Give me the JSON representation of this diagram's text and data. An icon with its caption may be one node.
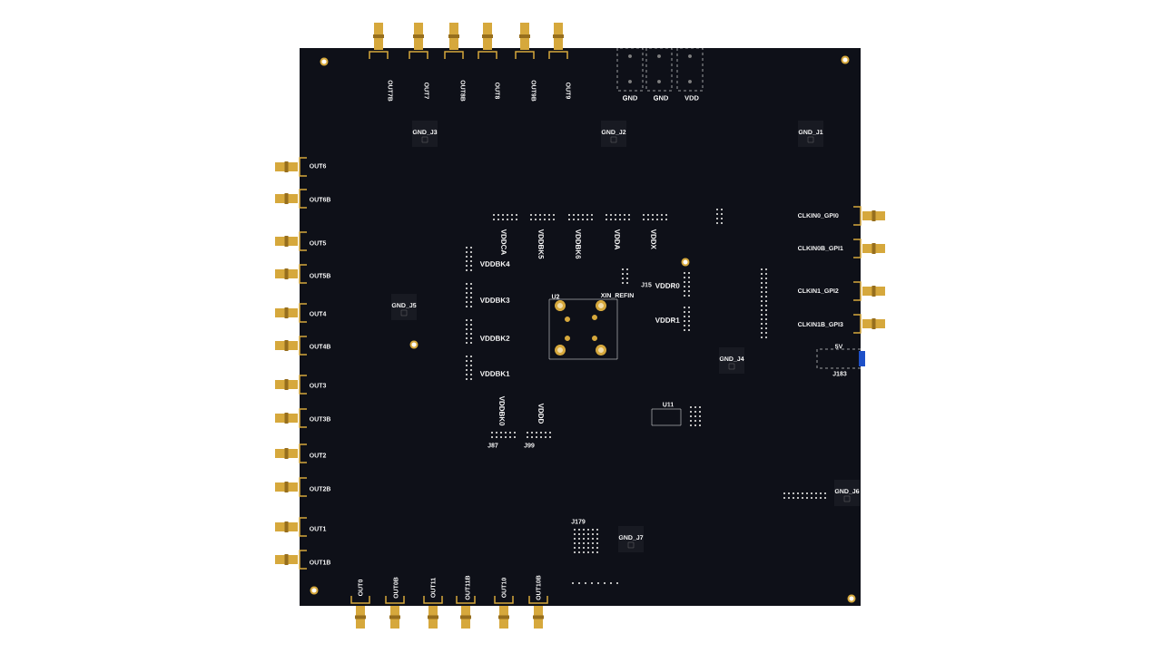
{
  "diagram": {
    "labels": [
      "OUT7B",
      "OUT7",
      "OUT8B",
      "OUT8",
      "OUT9B",
      "OUT9",
      "GND",
      "GND",
      "VDD",
      "GND_J3",
      "GND_J2",
      "GND_J1",
      "OUT6",
      "OUT6B",
      "OUT5",
      "OUT5B",
      "OUT4",
      "OUT4B",
      "OUT3",
      "OUT3B",
      "OUT2",
      "OUT2B",
      "OUT1",
      "OUT1B",
      "GND_J5",
      "VDDCA",
      "VDDBK5",
      "VDDBK6",
      "VDDA",
      "VDDX",
      "VDDBK4",
      "VDDBK3",
      "VDDBK2",
      "VDDBK1",
      "U2",
      "XIN_REFIN",
      "J15",
      "VDDR0",
      "VDDR1",
      "CLKIN0_GPI0",
      "CLKIN0B_GPI1",
      "CLKIN1_GPI2",
      "CLKIN1B_GPI3",
      "5V",
      "J183",
      "GND_J4",
      "U11",
      "VDDBK0",
      "VDDD",
      "J87",
      "J99",
      "J179",
      "GND_J7",
      "GND_J6",
      "OUT0",
      "OUT0B",
      "OUT11",
      "OUT11B",
      "OUT10",
      "OUT10B"
    ]
  }
}
